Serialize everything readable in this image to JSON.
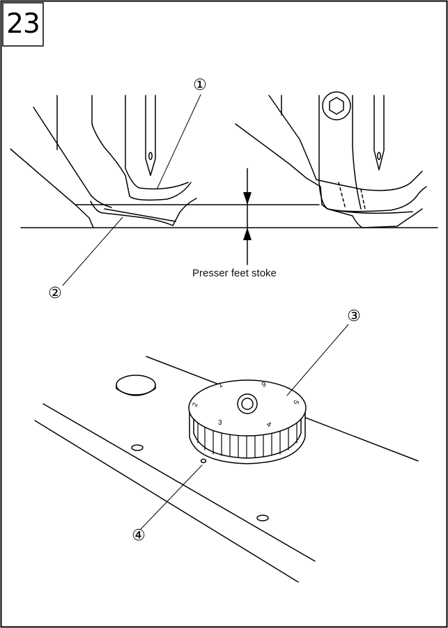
{
  "figure": {
    "number": "23",
    "stroke_label": "Presser feet stoke"
  },
  "callouts": {
    "c1": "①",
    "c2": "②",
    "c3": "③",
    "c4": "④"
  },
  "dial": {
    "numbers": [
      "1",
      "2",
      "3",
      "4",
      "5",
      "6"
    ]
  }
}
